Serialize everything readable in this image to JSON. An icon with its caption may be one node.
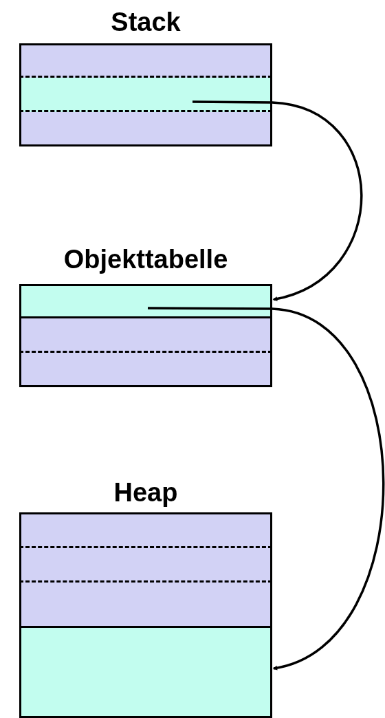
{
  "diagram": {
    "nodes": [
      {
        "text": [
          "Stack"
        ]
      },
      {
        "text": [],
        "shape": "box",
        "in": 0
      },
      {
        "text": [],
        "shape": "box",
        "in": 0
      },
      {
        "text": [],
        "shape": "box",
        "in": 0
      },
      {
        "text": [
          "Objekttabelle"
        ]
      },
      {
        "text": [],
        "shape": "box",
        "in": 4
      },
      {
        "text": [],
        "shape": "box",
        "in": 4
      },
      {
        "text": [],
        "shape": "box",
        "in": 4
      },
      {
        "text": [
          "Heap"
        ]
      },
      {
        "text": [],
        "shape": "box",
        "in": 8
      },
      {
        "text": [],
        "shape": "box",
        "in": 8
      },
      {
        "text": [],
        "shape": "box",
        "in": 8
      },
      {
        "text": [],
        "shape": "box",
        "in": 8
      }
    ],
    "edges": [
      {
        "from": 2,
        "to": 5,
        "arrow": "to"
      },
      {
        "from": 5,
        "to": 12,
        "arrow": "to"
      }
    ]
  }
}
